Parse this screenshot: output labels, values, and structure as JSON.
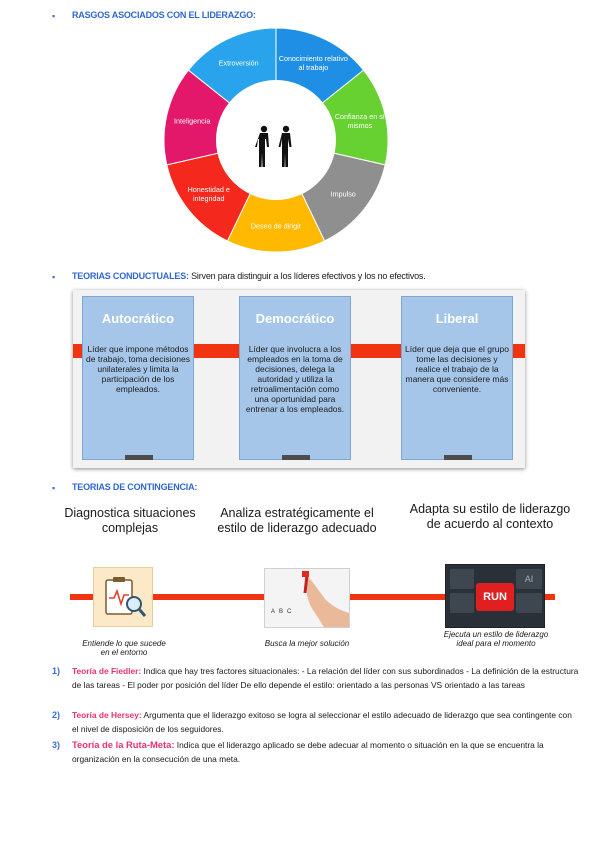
{
  "sections": {
    "bullet": "▪",
    "rasgos": {
      "title": "RASGOS ASOCIADOS CON EL LIDERAZGO:"
    },
    "conductuales": {
      "title": "TEORIAS CONDUCTUALES:",
      "desc": " Sirven para distinguir a los líderes efectivos y los no efectivos."
    },
    "contingencia": {
      "title": "TEORIAS DE CONTINGENCIA:"
    }
  },
  "wheel": {
    "segments": [
      {
        "label": "Conocimiento relativo al trabajo",
        "color": "#1f8fe5"
      },
      {
        "label": "Confianza en sí mismos",
        "color": "#66d130"
      },
      {
        "label": "Impulso",
        "color": "#8f8f8f"
      },
      {
        "label": "Deseo de dirigir",
        "color": "#ffb900"
      },
      {
        "label": "Honestidad e integridad",
        "color": "#f5281e"
      },
      {
        "label": "Inteligencia",
        "color": "#e3186b"
      },
      {
        "label": "Extroversión",
        "color": "#29a3ec"
      }
    ]
  },
  "conductual_boxes": [
    {
      "title": "Autocrático",
      "body": "Líder que impone métodos de trabajo, toma decisiones unilaterales y limita la participación de los empleados."
    },
    {
      "title": "Democrático",
      "body": "Líder que involucra a los empleados en la toma de decisiones, delega la autoridad y utiliza la retroalimentación como una oportunidad para entrenar a los empleados."
    },
    {
      "title": "Liberal",
      "body": "Líder que deja que el grupo tome las decisiones y realice el trabajo de la manera que considere más conveniente."
    }
  ],
  "contingency": {
    "steps": [
      {
        "heading": "Diagnostica situaciones complejas",
        "caption": "Entiende lo que sucede en el entorno"
      },
      {
        "heading": "Analiza estratégicamente el estilo de liderazgo adecuado",
        "caption": "Busca la mejor solución"
      },
      {
        "heading": "Adapta su estilo de liderazgo de acuerdo al contexto",
        "caption": "Ejecuta un estilo de liderazgo ideal para el momento"
      }
    ],
    "keyboard_key": "RUN",
    "keyboard_key2": "AI",
    "abc_keys": [
      "A",
      "B",
      "C"
    ]
  },
  "theories": [
    {
      "num": "1)",
      "name": "Teoría de Fiedler:",
      "text": " Indica que hay tres factores situacionales: - La relación del líder con sus subordinados - La definición de la estructura de las tareas - El poder por posición del líder De ello depende el estilo: orientado a las personas VS orientado a las tareas"
    },
    {
      "num": "2)",
      "name": "Teoría de Hersey:",
      "text": " Argumenta que el liderazgo exitoso se logra al seleccionar el estilo adecuado de liderazgo que sea contingente con el nivel de disposición de los seguidores."
    },
    {
      "num": "3)",
      "name": "Teoría de la Ruta-Meta:",
      "text": " Indica que el liderazgo aplicado se debe adecuar al momento o situación en la que se encuentra la organización en la consecución de una meta."
    }
  ]
}
